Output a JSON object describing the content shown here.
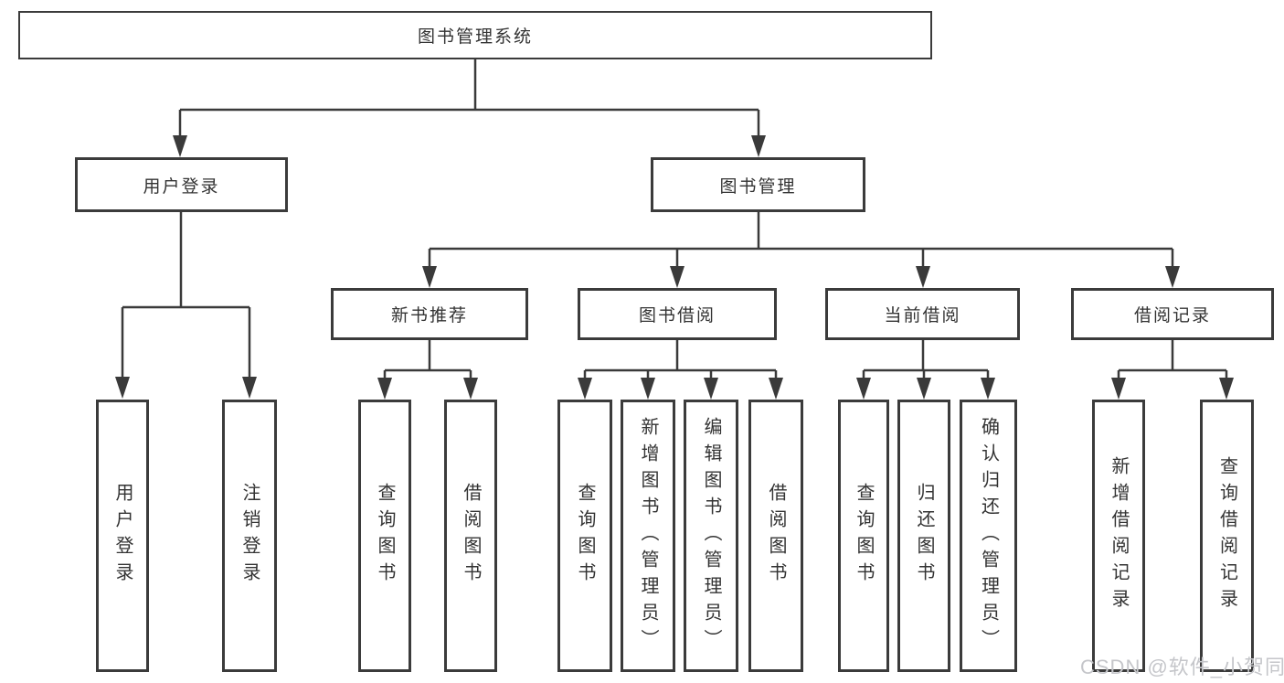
{
  "diagram": {
    "type": "tree",
    "orientation": "top-down"
  },
  "tree": {
    "root": "图书管理系统",
    "branches": [
      {
        "label": "用户登录",
        "leaves": [
          "用户登录",
          "注销登录"
        ]
      },
      {
        "label": "图书管理",
        "groups": [
          {
            "label": "新书推荐",
            "leaves": [
              "查询图书",
              "借阅图书"
            ]
          },
          {
            "label": "图书借阅",
            "leaves": [
              "查询图书",
              "新增图书（管理员）",
              "编辑图书（管理员）",
              "借阅图书"
            ]
          },
          {
            "label": "当前借阅",
            "leaves": [
              "查询图书",
              "归还图书",
              "确认归还（管理员）"
            ]
          },
          {
            "label": "借阅记录",
            "leaves": [
              "新增借阅记录",
              "查询借阅记录"
            ]
          }
        ]
      }
    ]
  },
  "watermark": {
    "text": "CSDN @软件_小贺同学"
  },
  "colors": {
    "box_border": "#3b3b3b",
    "box_text": "#333333",
    "connector": "#3a3a3a",
    "watermark": "#c5c6ca",
    "background": "#ffffff"
  }
}
